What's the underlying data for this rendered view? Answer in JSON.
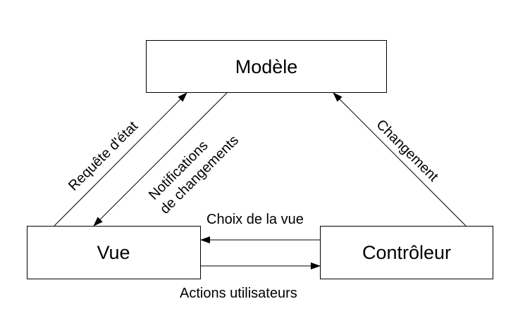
{
  "nodes": {
    "model": "Modèle",
    "view": "Vue",
    "controller": "Contrôleur"
  },
  "edges": {
    "state_request": "Requête d'état",
    "notifications_line1": "Notifications",
    "notifications_line2": "de changements",
    "change": "Changement",
    "view_choice": "Choix de la vue",
    "user_actions": "Actions utilisateurs"
  }
}
